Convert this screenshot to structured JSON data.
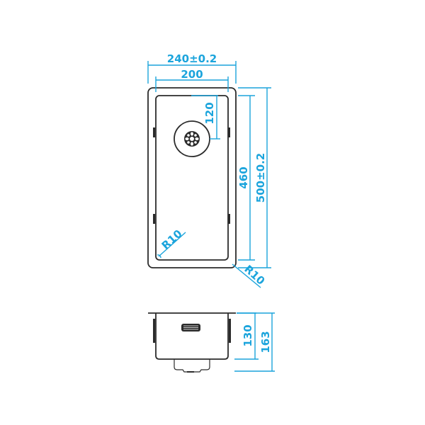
{
  "drawing": {
    "title": "Undermount sink technical drawing",
    "colors": {
      "dimension": "#1ba4dc",
      "outline": "#2b2b2b",
      "background": "#ffffff"
    },
    "top_view": {
      "dimensions": {
        "outer_width": "240±0.2",
        "inner_width": "200",
        "drain_offset": "120",
        "inner_length": "460",
        "outer_length": "500±0.2",
        "inner_radius": "R10",
        "outer_radius": "R10"
      },
      "icons": [
        "drain-strainer-icon"
      ]
    },
    "side_view": {
      "dimensions": {
        "bowl_depth": "130",
        "total_depth": "163"
      },
      "icons": [
        "overflow-slot-icon"
      ]
    }
  }
}
